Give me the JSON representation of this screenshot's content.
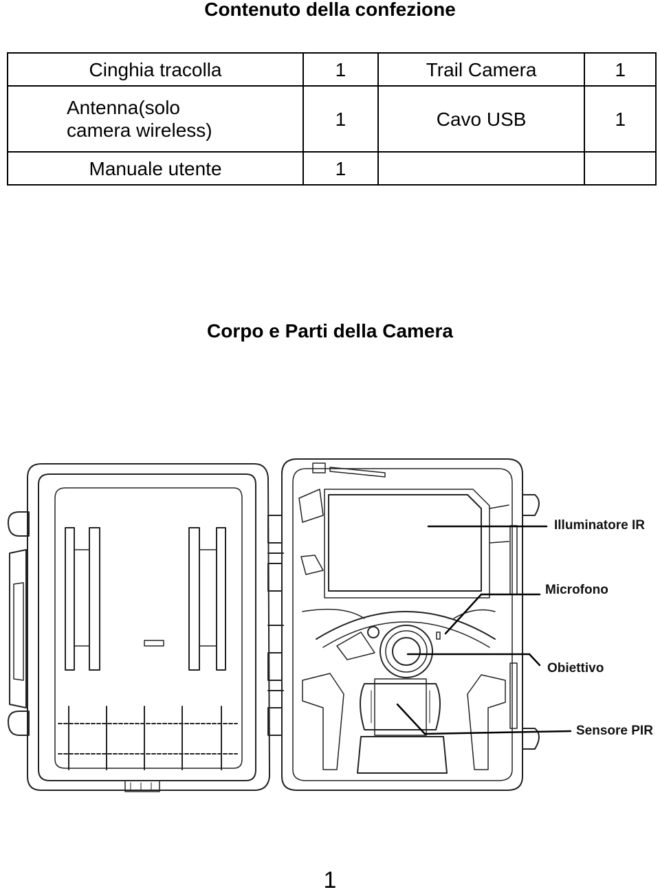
{
  "contents_title": "Contenuto della confezione",
  "contents_table": [
    [
      "Cinghia tracolla",
      "1",
      "Trail Camera",
      "1"
    ],
    [
      "Antenna(solo camera wireless)",
      "1",
      "Cavo USB",
      "1"
    ],
    [
      "Manuale utente",
      "1",
      "",
      ""
    ]
  ],
  "antenna_line1": "Antenna(solo",
  "antenna_line2": "camera wireless)",
  "parts_title": "Corpo e Parti della Camera",
  "labels": {
    "ir": "Illuminatore IR",
    "mic": "Microfono",
    "lens": "Obiettivo",
    "pir": "Sensore PIR"
  },
  "page_number": "1"
}
